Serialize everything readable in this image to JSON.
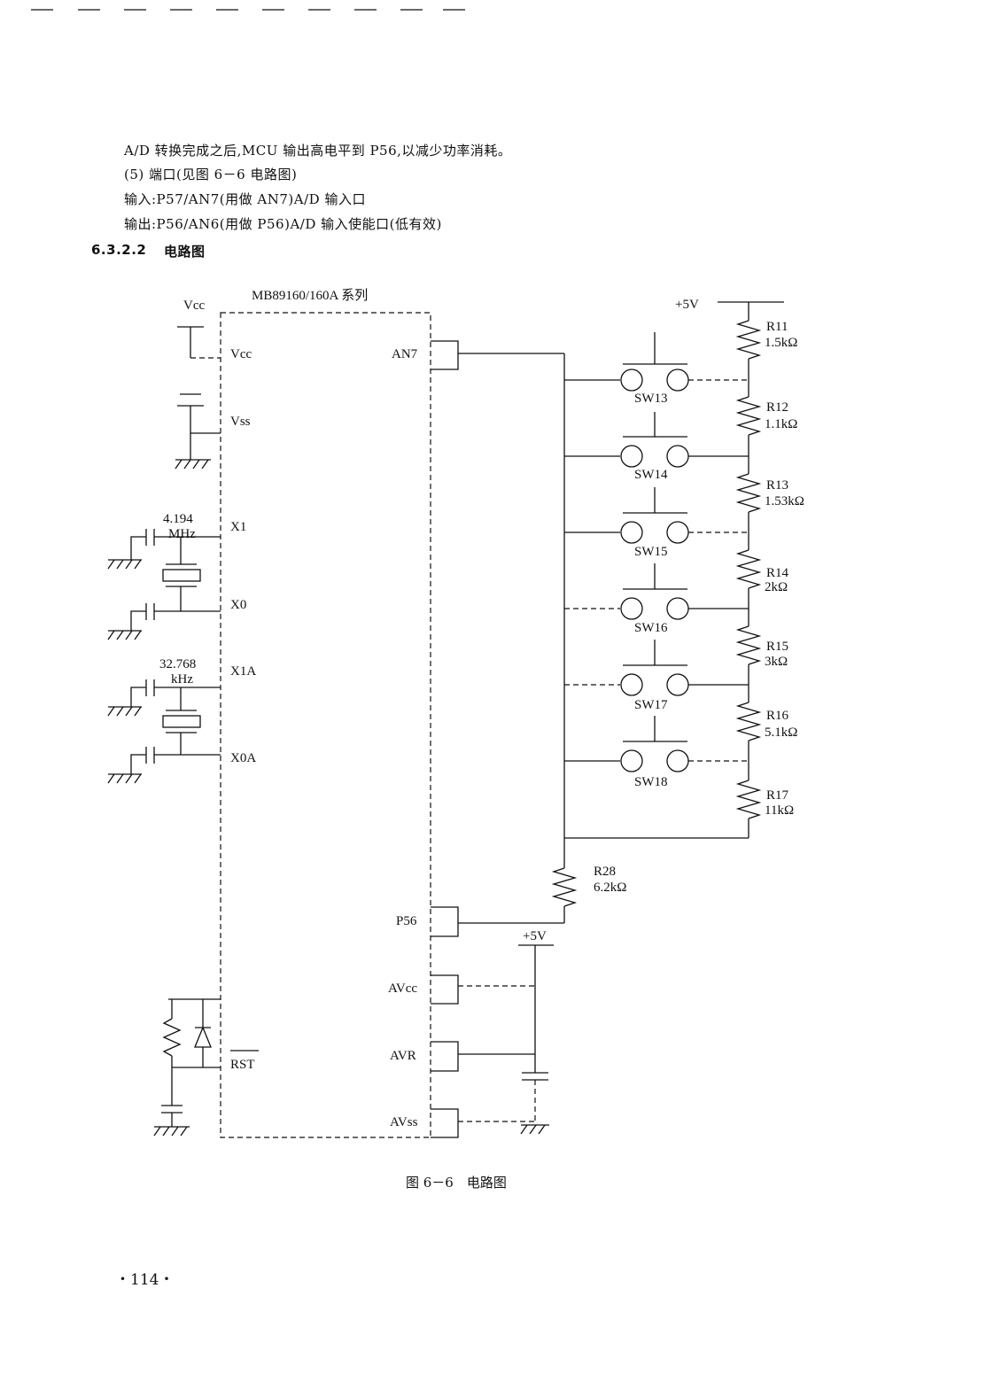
{
  "text": {
    "line1": "A/D 转换完成之后,MCU 输出高电平到 P56,以减少功率消耗。",
    "line2": "(5) 端口(见图 6－6 电路图)",
    "line3": "输入:P57/AN7(用做 AN7)A/D 输入口",
    "line4": "输出:P56/AN6(用做 P56)A/D 输入使能口(低有效)",
    "section_number": "6.3.2.2",
    "section_title": "电路图"
  },
  "diagram": {
    "chip_title": "MB89160/160A 系列",
    "vcc_supply": "Vcc",
    "left_pins": [
      "Vcc",
      "Vss",
      "X1",
      "X0",
      "X1A",
      "X0A",
      "RST"
    ],
    "right_pins": [
      "AN7",
      "P56",
      "AVcc",
      "AVR",
      "AVss"
    ],
    "crystal1": [
      "4.194",
      "MHz"
    ],
    "crystal2": [
      "32.768",
      "kHz"
    ],
    "supply_top": "+5V",
    "supply_bottom": "+5V",
    "switches": [
      "SW13",
      "SW14",
      "SW15",
      "SW16",
      "SW17",
      "SW18"
    ],
    "resistors": [
      {
        "name": "R11",
        "value": "1.5kΩ"
      },
      {
        "name": "R12",
        "value": "1.1kΩ"
      },
      {
        "name": "R13",
        "value": "1.53kΩ"
      },
      {
        "name": "R14",
        "value": "2kΩ"
      },
      {
        "name": "R15",
        "value": "3kΩ"
      },
      {
        "name": "R16",
        "value": "5.1kΩ"
      },
      {
        "name": "R17",
        "value": "11kΩ"
      }
    ],
    "r28": {
      "name": "R28",
      "value": "6.2kΩ"
    }
  },
  "caption": "图 6－6　电路图",
  "page_number": "・114・"
}
